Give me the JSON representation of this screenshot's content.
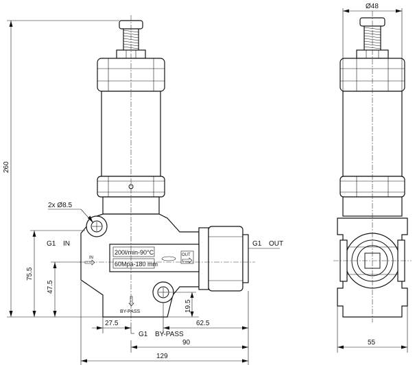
{
  "dimensions": {
    "total_height": "260",
    "bore": "2x Ø8.5",
    "inlet_height": "75.5",
    "mount_height": "47.5",
    "bypass_offset": "27.5",
    "bypass_height": "19.5",
    "outlet_offset": "62.5",
    "body_width": "90",
    "overall_width": "129",
    "diameter": "Ø48",
    "side_width": "55"
  },
  "ports": {
    "inlet_label": "G1",
    "inlet_name": "IN",
    "outlet_label": "G1",
    "outlet_name": "OUT",
    "bypass_label": "G1",
    "bypass_name": "BY-PASS",
    "bypass_body_label": "BY-PASS",
    "arrow_in": "IN",
    "arrow_out": "OUT"
  },
  "plate": {
    "line1": "200l/min-90°C",
    "line2": "60Mpa-180 mm"
  }
}
